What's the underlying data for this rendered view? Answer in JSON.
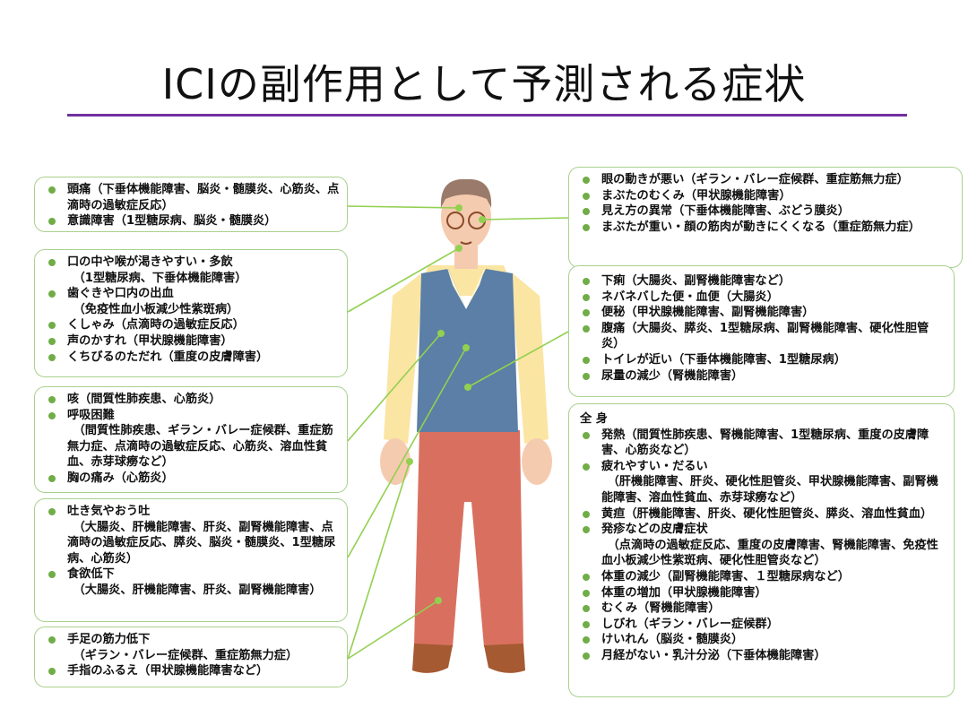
{
  "title": "ICIの副作用として予測される症状",
  "colors": {
    "accent": "#7030a0",
    "box_border": "#a9d18e",
    "bullet": "#70ad47",
    "connector": "#92d050"
  },
  "left_boxes": [
    {
      "items": [
        {
          "text": "頭痛（下垂体機能障害、脳炎・髄膜炎、心筋炎、点滴時の過敏症反応）"
        },
        {
          "text": "意識障害（1型糖尿病、脳炎・髄膜炎）"
        }
      ]
    },
    {
      "items": [
        {
          "text": "口の中や喉が渇きやすい・多飲",
          "sub": "（1型糖尿病、下垂体機能障害）"
        },
        {
          "text": "歯ぐきや口内の出血",
          "sub": "（免疫性血小板減少性紫斑病）"
        },
        {
          "text": "くしゃみ（点滴時の過敏症反応）"
        },
        {
          "text": "声のかすれ（甲状腺機能障害）"
        },
        {
          "text": "くちびるのただれ（重度の皮膚障害）"
        }
      ]
    },
    {
      "items": [
        {
          "text": "咳（間質性肺疾患、心筋炎）"
        },
        {
          "text": "呼吸困難",
          "sub": "（間質性肺疾患、ギラン・バレー症候群、重症筋無力症、点滴時の過敏症反応、心筋炎、溶血性貧血、赤芽球癆など）"
        },
        {
          "text": "胸の痛み（心筋炎）"
        }
      ]
    },
    {
      "items": [
        {
          "text": "吐き気やおう吐",
          "sub": "（大腸炎、肝機能障害、肝炎、副腎機能障害、点滴時の過敏症反応、膵炎、脳炎・髄膜炎、1型糖尿病、心筋炎）"
        },
        {
          "text": "食欲低下",
          "sub": "（大腸炎、肝機能障害、肝炎、副腎機能障害）"
        }
      ]
    },
    {
      "items": [
        {
          "text": "手足の筋力低下",
          "sub": "（ギラン・バレー症候群、重症筋無力症）"
        },
        {
          "text": "手指のふるえ（甲状腺機能障害など）"
        }
      ]
    }
  ],
  "right_boxes": [
    {
      "items": [
        {
          "text": "眼の動きが悪い（ギラン・バレー症候群、重症筋無力症）"
        },
        {
          "text": "まぶたのむくみ（甲状腺機能障害）"
        },
        {
          "text": "見え方の異常（下垂体機能障害、ぶどう膜炎）"
        },
        {
          "text": "まぶたが重い・顔の筋肉が動きにくくなる（重症筋無力症）"
        }
      ]
    },
    {
      "items": [
        {
          "text": "下痢（大腸炎、副腎機能障害など）"
        },
        {
          "text": "ネバネバした便・血便（大腸炎）"
        },
        {
          "text": "便秘（甲状腺機能障害、副腎機能障害）"
        },
        {
          "text": "腹痛（大腸炎、膵炎、1型糖尿病、副腎機能障害、硬化性胆管炎）"
        },
        {
          "text": "トイレが近い（下垂体機能障害、1型糖尿病）"
        },
        {
          "text": "尿量の減少（腎機能障害）"
        }
      ]
    },
    {
      "heading": "全 身",
      "items": [
        {
          "text": "発熱（間質性肺疾患、腎機能障害、1型糖尿病、重度の皮膚障害、心筋炎など）"
        },
        {
          "text": "疲れやすい・だるい",
          "sub": "（肝機能障害、肝炎、硬化性胆管炎、甲状腺機能障害、副腎機能障害、溶血性貧血、赤芽球癆など）"
        },
        {
          "text": "黄疸（肝機能障害、肝炎、硬化性胆管炎、膵炎、溶血性貧血）"
        },
        {
          "text": "発疹などの皮膚症状",
          "sub": "（点滴時の過敏症反応、重度の皮膚障害、腎機能障害、免疫性血小板減少性紫斑病、硬化性胆管炎など）"
        },
        {
          "text": "体重の減少（副腎機能障害、１型糖尿病など）"
        },
        {
          "text": "体重の増加（甲状腺機能障害）"
        },
        {
          "text": "むくみ（腎機能障害）"
        },
        {
          "text": "しびれ（ギラン・バレー症候群）"
        },
        {
          "text": "けいれん（脳炎・髄膜炎）"
        },
        {
          "text": "月経がない・乳汁分泌（下垂体機能障害）"
        }
      ]
    }
  ]
}
